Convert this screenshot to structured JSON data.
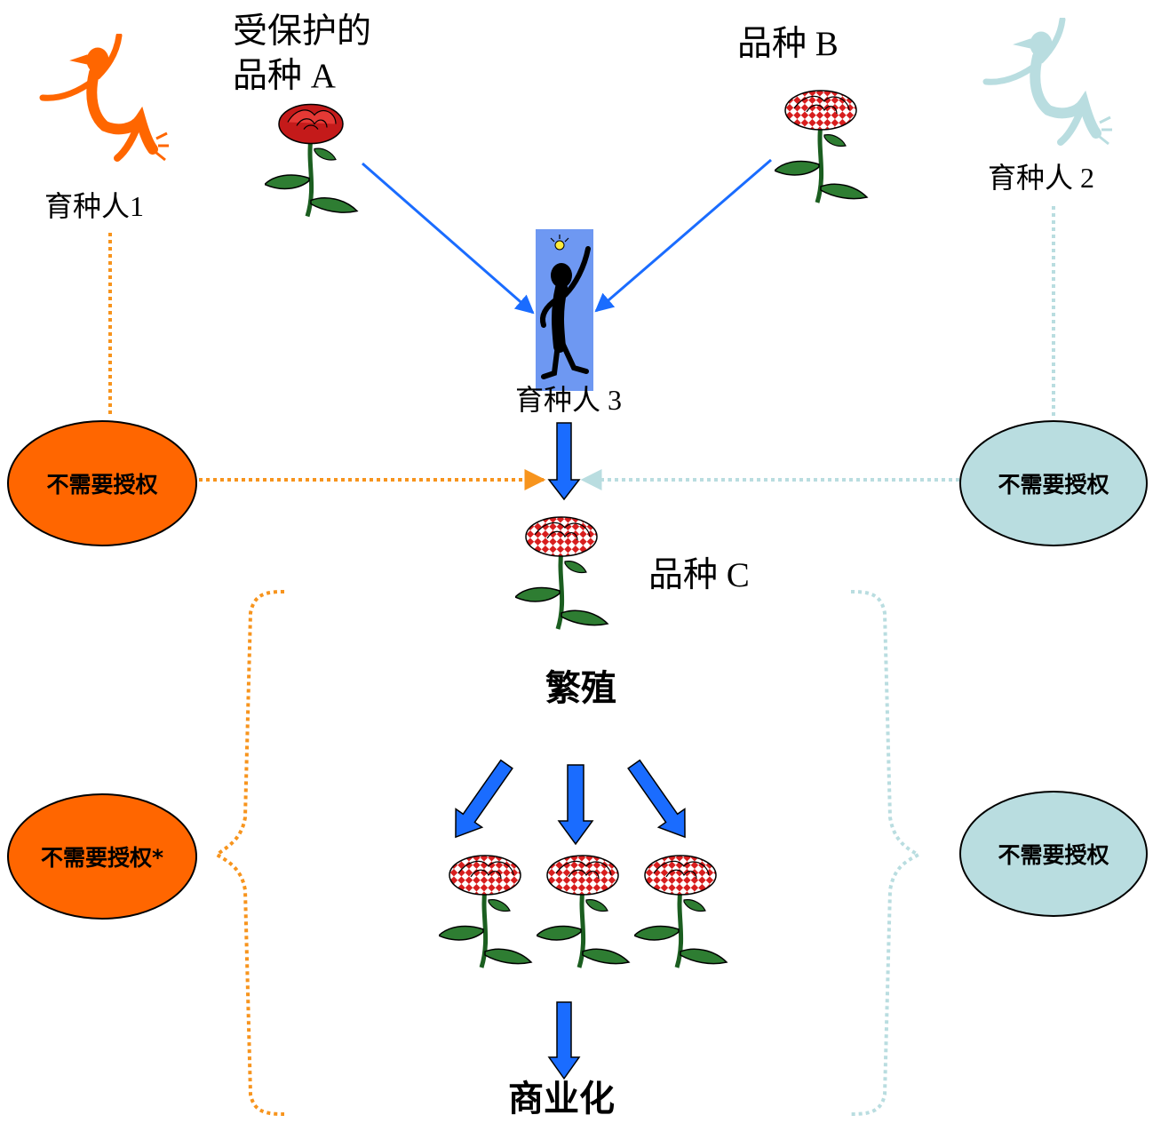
{
  "colors": {
    "orange": "#ff6600",
    "orange_dotted": "#f7941d",
    "light_blue": "#b9dde0",
    "blue_arrow": "#1a6cff",
    "figure_bg": "#6e98f2",
    "rose_red": "#d81e1e",
    "leaf_green": "#2e7d32"
  },
  "icons": {
    "breeder1": "dancing-person-icon",
    "breeder2": "dancing-person-icon",
    "breeder3": "thinking-person-lightbulb-icon",
    "variety": "rose-icon"
  },
  "labels": {
    "protected_variety_line1": "受保护的",
    "protected_variety_line2": "品种 A",
    "variety_b": "品种 B",
    "breeder1": "育种人1",
    "breeder2": "育种人 2",
    "breeder3": "育种人 3",
    "variety_c": "品种 C",
    "propagation": "繁殖",
    "commercialization": "商业化"
  },
  "ellipses": {
    "top_left": "不需要授权",
    "top_right": "不需要授权",
    "bottom_left": "不需要授权*",
    "bottom_right": "不需要授权"
  }
}
